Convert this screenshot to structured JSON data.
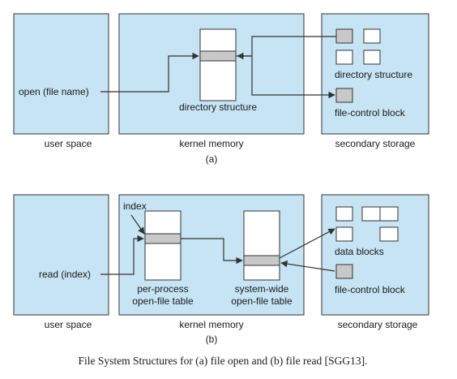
{
  "panel_a": {
    "user_space": {
      "label": "user space",
      "call": "open (file name)"
    },
    "kernel_memory": {
      "label": "kernel memory",
      "structure": "directory structure"
    },
    "secondary_storage": {
      "label": "secondary storage",
      "structure": "directory structure",
      "block": "file-control block"
    },
    "tag": "(a)"
  },
  "panel_b": {
    "user_space": {
      "label": "user space",
      "call": "read (index)"
    },
    "kernel_memory": {
      "label": "kernel memory",
      "index": "index",
      "per_process_line1": "per-process",
      "per_process_line2": "open-file table",
      "system_wide_line1": "system-wide",
      "system_wide_line2": "open-file table"
    },
    "secondary_storage": {
      "label": "secondary storage",
      "data": "data blocks",
      "block": "file-control block"
    },
    "tag": "(b)"
  },
  "caption": "File System Structures for (a) file open and (b) file read [SGG13].",
  "colors": {
    "region_fill": "#c6e4f4",
    "highlight": "#c8c8c8",
    "stroke": "#333333"
  }
}
